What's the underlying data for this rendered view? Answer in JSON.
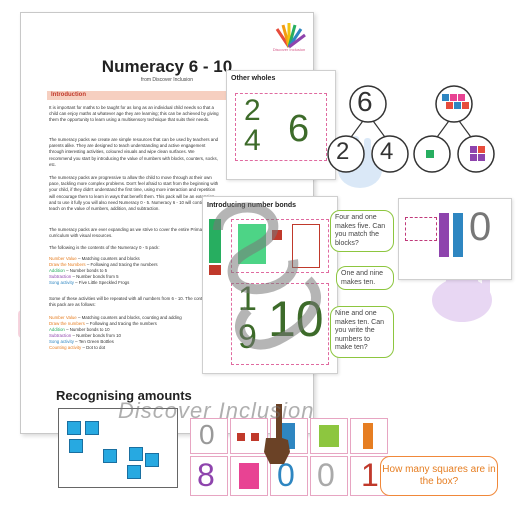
{
  "doc": {
    "logo_text": "Discover Inclusion",
    "title": "Numeracy 6 - 10",
    "subtitle": "from Discover Inclusion",
    "intro_heading": "Introduction",
    "paragraphs": [
      "It is important for maths to be taught for as long as an individual child needs so that a child can enjoy maths at whatever age they are learning; this can be achieved by giving them the opportunity to learn using a multisensory technique that suits their needs.",
      "The numeracy packs we create are simple resources that can be used by teachers and parents alike. They are designed to teach understanding and active engagement through interesting activities, coloured visuals and wipe clean surfaces. We recommend you start by introducing the value of numbers with blocks, counters, socks, etc.",
      "The numeracy packs are progressive to allow the child to move through at their own pace, tackling more complex problems. Don't feel afraid to start from the beginning with your child, if they didn't understand the first time, using more interaction and repetition will encourage them to learn in ways that benefit them. This pack will be an extension and to use it fully you will also need Numeracy 0 - 5. Numeracy 6 - 10 will continue to teach on the value of numbers, addition, and subtraction.",
      "The numeracy packs are ever expanding as we strive to cover the entire Primary level curriculum with visual resources.",
      "The following is the contents of the Numeracy 0 - 5 pack:"
    ],
    "list1": [
      {
        "key": "Number Value",
        "text": " – Matching counters and blocks",
        "color": "orange"
      },
      {
        "key": "Draw the Numbers",
        "text": " – Following and tracing the numbers",
        "color": "orange"
      },
      {
        "key": "Addition",
        "text": " – Number bonds to 5",
        "color": "green"
      },
      {
        "key": "Subtraction",
        "text": " – Number bonds from 5",
        "color": "purple"
      },
      {
        "key": "Song activity",
        "text": " – Five Little Speckled Frogs",
        "color": "blue"
      }
    ],
    "para_after": "Some of these activities will be repeated with all numbers from 6 - 10. The contents of this pack are as follows:",
    "list2": [
      {
        "key": "Number Value",
        "text": " – Matching counters and blocks, counting and adding",
        "color": "orange"
      },
      {
        "key": "Draw the numbers",
        "text": " – Following and tracing the numbers",
        "color": "orange"
      },
      {
        "key": "Addition",
        "text": " – Number bonds to 10",
        "color": "green"
      },
      {
        "key": "Subtraction",
        "text": " – Number bonds from 10",
        "color": "purple"
      },
      {
        "key": "Song activity",
        "text": " – Ten Green Bottles",
        "color": "blue"
      },
      {
        "key": "Counting activity",
        "text": " – Dot to dot",
        "color": "orange"
      }
    ]
  },
  "other_wholes": {
    "heading": "Other wholes",
    "digits": [
      "2",
      "4",
      "6"
    ],
    "bond_whole": "6",
    "bond_parts": [
      "2",
      "4"
    ]
  },
  "number_bonds": {
    "heading": "Introducing number bonds",
    "digits": [
      "1",
      "9",
      "10"
    ],
    "bubble1": "Four and one makes five. Can you match the blocks?",
    "bubble2": "One and nine makes ten.",
    "bubble3": "Nine and one makes ten. Can you write the numbers to make ten?"
  },
  "recognising": {
    "heading": "Recognising amounts",
    "question": "How many squares are in the box?"
  },
  "watermark": "Discover Inclusion",
  "colors": {
    "accent_pink": "#e06aa0",
    "accent_green": "#8dc63f",
    "accent_orange": "#f0883a",
    "square_blue": "#27a9e1",
    "intro_band": "#f6cfc0"
  }
}
